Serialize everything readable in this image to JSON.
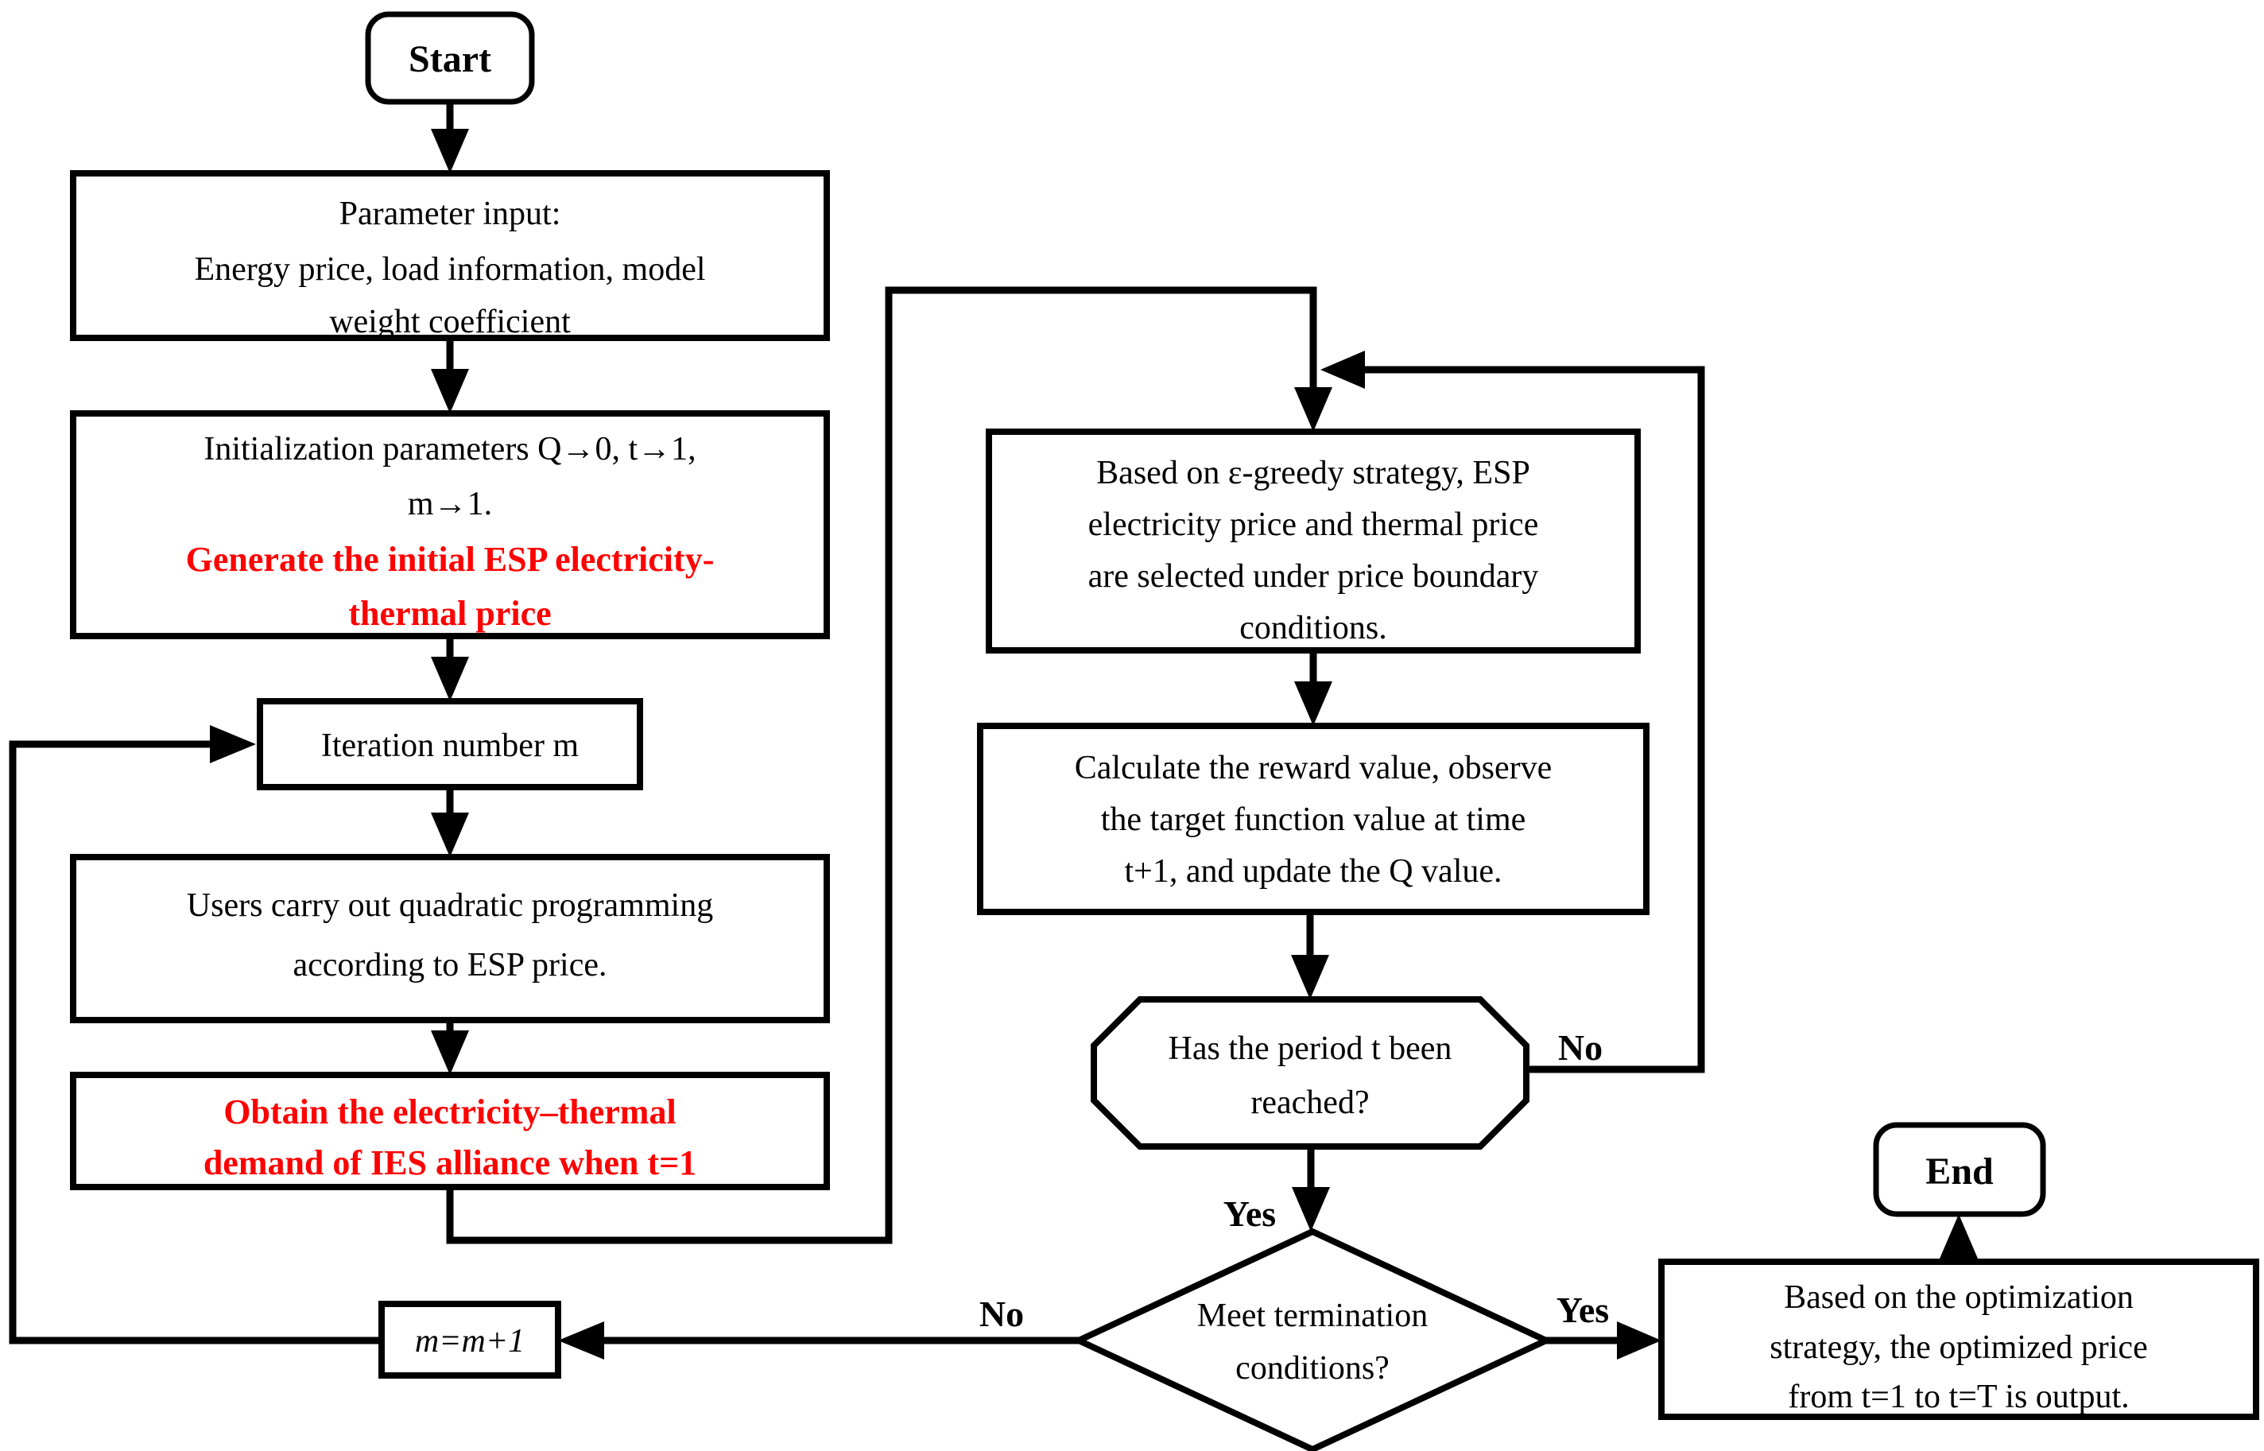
{
  "colors": {
    "ink": "#000000",
    "highlight_red": "#fe0000",
    "background": "#ffffff"
  },
  "nodes": {
    "start": {
      "label": "Start"
    },
    "param": {
      "lines": [
        "Parameter input:",
        "Energy price, load information, model",
        "weight coefficient"
      ]
    },
    "init": {
      "black_lines": [
        "Initialization parameters Q→0, t→1,",
        "m→1."
      ],
      "red_lines": [
        "Generate the initial ESP electricity-",
        "thermal price"
      ]
    },
    "iter": {
      "label": "Iteration number m"
    },
    "users": {
      "lines": [
        "Users carry out quadratic programming",
        "according to ESP price."
      ]
    },
    "obtain": {
      "red_lines": [
        "Obtain the electricity–thermal",
        "demand of IES alliance when t=1"
      ]
    },
    "mm1": {
      "label": "m=m+1"
    },
    "egreedy": {
      "lines": [
        "Based on ε-greedy strategy, ESP",
        "electricity price and thermal price",
        "are selected under price boundary",
        "conditions."
      ]
    },
    "calc": {
      "lines": [
        "Calculate the reward value, observe",
        "the target function value at time",
        "t+1,  and update the Q value."
      ]
    },
    "octagon": {
      "lines": [
        "Has the period t been",
        "reached?"
      ]
    },
    "diamond": {
      "lines": [
        "Meet termination",
        "conditions?"
      ]
    },
    "output": {
      "lines": [
        "Based on the optimization",
        "strategy, the optimized price",
        "from t=1 to t=T is output."
      ]
    },
    "end": {
      "label": "End"
    }
  },
  "branch_labels": {
    "octagon_no": "No",
    "octagon_yes": "Yes",
    "diamond_no": "No",
    "diamond_yes": "Yes"
  }
}
